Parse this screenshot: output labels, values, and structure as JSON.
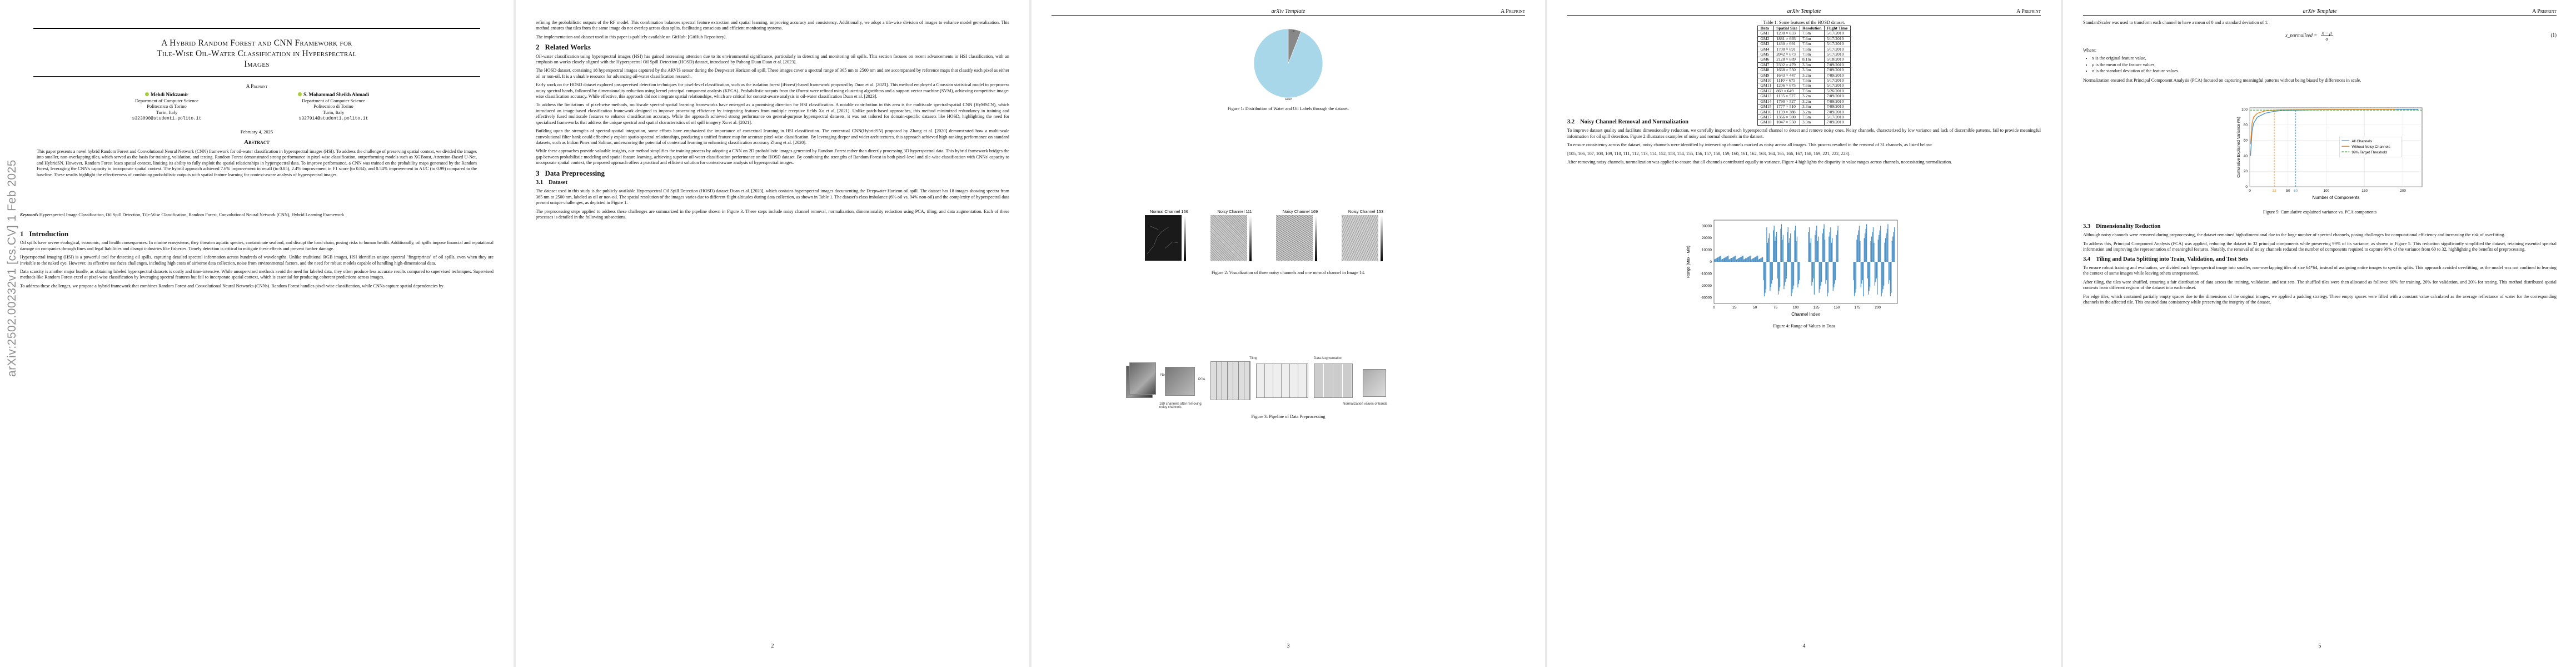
{
  "header": {
    "center": "arXiv Template",
    "right": "A Preprint"
  },
  "arxiv_id": "arXiv:2502.00232v1  [cs.CV]  1 Feb 2025",
  "page_numbers": [
    "2",
    "3",
    "4",
    "5"
  ],
  "page1": {
    "title_line1": "A Hybrid Random Forest and CNN Framework for",
    "title_line2": "Tile-Wise Oil-Water Classification in Hyperspectral",
    "title_line3": "Images",
    "preprint": "A Preprint",
    "authors": [
      {
        "name": "Mehdi Nickzamir",
        "dept": "Department of Computer Science",
        "inst": "Politecnico di Torino",
        "city": "Turin, Italy",
        "email": "s323090@studenti.polito.it"
      },
      {
        "name": "S. Mohammad Sheikh Ahmadi",
        "dept": "Department of Computer Science",
        "inst": "Politecnico di Torino",
        "city": "Turin, Italy",
        "email": "s327914@studenti.polito.it"
      }
    ],
    "date": "February 4, 2025",
    "abstract_heading": "Abstract",
    "abstract": "This paper presents a novel hybrid Random Forest and Convolutional Neural Network (CNN) framework for oil-water classification in hyperspectral images (HSI). To address the challenge of preserving spatial context, we divided the images into smaller, non-overlapping tiles, which served as the basis for training, validation, and testing. Random Forest demonstrated strong performance in pixel-wise classification, outperforming models such as XGBoost, Attention-Based U-Net, and HybridSN. However, Random Forest loses spatial context, limiting its ability to fully exploit the spatial relationships in hyperspectral data. To improve performance, a CNN was trained on the probability maps generated by the Random Forest, leveraging the CNN's capacity to incorporate spatial context. The hybrid approach achieved 7.6% improvement in recall (to 0.85), 2.4% improvement in F1 score (to 0.84), and 0.54% improvement in AUC (to 0.99) compared to the baseline. These results highlight the effectiveness of combining probabilistic outputs with spatial feature learning for context-aware analysis of hyperspectral images.",
    "keywords_label": "Keywords",
    "keywords": "Hyperspectral Image Classification, Oil Spill Detection, Tile-Wise Classification, Random Forest, Convolutional Neural Network (CNN), Hybrid Learning Framework",
    "intro_heading": "Introduction",
    "intro_num": "1",
    "intro_p1": "Oil spills have severe ecological, economic, and health consequences. In marine ecosystems, they threaten aquatic species, contaminate seafood, and disrupt the food chain, posing risks to human health. Additionally, oil spills impose financial and reputational damage on companies through fines and legal liabilities and disrupt industries like fisheries. Timely detection is critical to mitigate these effects and prevent further damage.",
    "intro_p2": "Hyperspectral imaging (HSI) is a powerful tool for detecting oil spills, capturing detailed spectral information across hundreds of wavelengths. Unlike traditional RGB images, HSI identifies unique spectral \"fingerprints\" of oil spills, even when they are invisible to the naked eye. However, its effective use faces challenges, including high costs of airborne data collection, noise from environmental factors, and the need for robust models capable of handling high-dimensional data.",
    "intro_p3": "Data scarcity is another major hurdle, as obtaining labeled hyperspectral datasets is costly and time-intensive. While unsupervised methods avoid the need for labeled data, they often produce less accurate results compared to supervised techniques. Supervised methods like Random Forest excel at pixel-wise classification by leveraging spectral features but fail to incorporate spatial context, which is essential for producing coherent predictions across images.",
    "intro_p4": "To address these challenges, we propose a hybrid framework that combines Random Forest and Convolutional Neural Networks (CNNs). Random Forest handles pixel-wise classification, while CNNs capture spatial dependencies by"
  },
  "page2": {
    "p1": "refining the probabilistic outputs of the RF model. This combination balances spectral feature extraction and spatial learning, improving accuracy and consistency. Additionally, we adopt a tile-wise division of images to enhance model generalization. This method ensures that tiles from the same image do not overlap across data splits, facilitating conscious and efficient monitoring systems.",
    "p2": "The implementation and dataset used in this paper is publicly available on GitHub: [GitHub Repository].",
    "related_num": "2",
    "related_heading": "Related Works",
    "r1": "Oil-water classification using hyperspectral images (HSI) has gained increasing attention due to its environmental significance, particularly in detecting and monitoring oil spills. This section focuses on recent advancements in HSI classification, with an emphasis on works closely aligned with the Hyperspectral Oil Spill Detection (HOSD) dataset, introduced by Puhong Duan Duan et al. [2023].",
    "r2": "The HOSD dataset, containing 18 hyperspectral images captured by the ARVIS sensor during the Deepwater Horizon oil spill. These images cover a spectral range of 365 nm to 2500 nm and are accompanied by reference maps that classify each pixel as either oil or non-oil. It is a valuable resource for advancing oil-water classification research.",
    "r3": "Early work on the HOSD dataset explored unsupervised detection techniques for pixel-level classification, such as the isolation forest (iForest)-based framework proposed by Duan et al. [2023]. This method employed a Gaussian statistical model to preprocess noisy spectral bands, followed by dimensionality reduction using kernel principal component analysis (KPCA). Probabilistic outputs from the iForest were refined using clustering algorithms and a support vector machine (SVM), achieving competitive image-wise classification accuracy. While effective, this approach did not integrate spatial relationships, which are critical for context-aware analysis in oil-water classification Duan et al. [2023].",
    "r4": "To address the limitations of pixel-wise methods, multiscale spectral-spatial learning frameworks have emerged as a promising direction for HSI classification. A notable contribution in this area is the multiscale spectral-spatial CNN (HyMSCN), which introduced an image-based classification framework designed to improve processing efficiency by integrating features from multiple receptive fields Xu et al. [2021]. Unlike patch-based approaches, this method minimized redundancy in training and effectively fused multiscale features to enhance classification accuracy. While the approach achieved strong performance on general-purpose hyperspectral datasets, it was not tailored for domain-specific datasets like HOSD, highlighting the need for specialized frameworks that address the unique spectral and spatial characteristics of oil spill imagery Xu et al. [2021].",
    "r5": "Building upon the strengths of spectral-spatial integration, some efforts have emphasized the importance of contextual learning in HSI classification. The contextual CNN(HybridSN) proposed by Zhang et al. [2020] demonstrated how a multi-scale convolutional filter bank could effectively exploit spatio-spectral relationships, producing a unified feature map for accurate pixel-wise classification. By leveraging deeper and wider architectures, this approach achieved high-ranking performance on standard datasets, such as Indian Pines and Salinas, underscoring the potential of contextual learning in enhancing classification accuracy Zhang et al. [2020].",
    "r6": "While these approaches provide valuable insights, our method simplifies the training process by adopting a CNN on 2D probabilistic images generated by Random Forest rather than directly processing 3D hyperspectral data. This hybrid framework bridges the gap between probabilistic modeling and spatial feature learning, achieving superior oil-water classification performance on the HOSD dataset. By combining the strengths of Random Forest in both pixel-level and tile-wise classification with CNNs' capacity to incorporate spatial context, the proposed approach offers a practical and efficient solution for context-aware analysis of hyperspectral images.",
    "prep_num": "3",
    "prep_heading": "Data Preprocessing",
    "dataset_num": "3.1",
    "dataset_heading": "Dataset",
    "d1": "The dataset used in this study is the publicly available Hyperspectral Oil Spill Detection (HOSD) dataset Duan et al. [2023], which contains hyperspectral images documenting the Deepwater Horizon oil spill. The dataset has 18 images showing spectra from 365 nm to 2500 nm, labeled as oil or non-oil. The spatial resolution of the images varies due to different flight altitudes during data collection, as shown in Table 1. The dataset's class imbalance (6% oil vs. 94% non-oil) and the complexity of hyperspectral data present unique challenges, as depicted in Figure 1.",
    "d2": "The preprocessing steps applied to address these challenges are summarized in the pipeline shown in Figure 3. These steps include noisy channel removal, normalization, dimensionality reduction using PCA, tiling, and data augmentation. Each of these processes is detailed in the following subsections."
  },
  "page3": {
    "fig1_caption": "Figure 1: Distribution of Water and Oil Labels through the dataset.",
    "pie_oil_label": "oil",
    "pie_water_label": "water",
    "pie_data": {
      "water": 94,
      "oil": 6
    },
    "fig2_titles": [
      "Normal Channel 166",
      "Noisy Channel 111",
      "Noisy Channel 169",
      "Noisy Channel 153"
    ],
    "fig2_caption": "Figure 2: Visualization of three noisy channels and one normal channel in Image 14.",
    "fig3_caption": "Figure 3: Pipeline of Data Preprocessing",
    "pipeline_labels": {
      "tiling": "Tiling",
      "aug": "Data Augmentation",
      "noisy": "Noisy channels",
      "pca": "PCA",
      "removed": "189 channels after removing noisy channels",
      "norm": "Normalization values of bands"
    }
  },
  "page4": {
    "table_caption": "Table 1: Some features of the HOSD dataset.",
    "table_headers": [
      "Data",
      "Spatial Size",
      "Resolution",
      "Flight Time"
    ],
    "table_rows": [
      [
        "GM1",
        "1200 × 633",
        "7.6m",
        "5/17/2010"
      ],
      [
        "GM2",
        "1881 × 693",
        "7.6m",
        "5/17/2010"
      ],
      [
        "GM3",
        "1430 × 691",
        "7.6m",
        "5/17/2010"
      ],
      [
        "GM4",
        "1700 × 691",
        "7.6m",
        "5/17/2010"
      ],
      [
        "GM5",
        "2042 × 673",
        "7.6m",
        "5/17/2010"
      ],
      [
        "GM6",
        "2128 × 689",
        "8.1m",
        "5/18/2010"
      ],
      [
        "GM7",
        "2302 × 479",
        "3.3m",
        "7/09/2010"
      ],
      [
        "GM8",
        "1668 × 550",
        "3.3m",
        "7/09/2010"
      ],
      [
        "GM9",
        "1643 × 447",
        "3.2m",
        "7/09/2010"
      ],
      [
        "GM10",
        "1110 × 675",
        "7.6m",
        "5/17/2010"
      ],
      [
        "GM11",
        "1206 × 675",
        "7.6m",
        "5/17/2010"
      ],
      [
        "GM12",
        "869 × 649",
        "7.6m",
        "5/26/2010"
      ],
      [
        "GM13",
        "1135 × 527",
        "3.2m",
        "7/09/2010"
      ],
      [
        "GM14",
        "1790 × 527",
        "3.2m",
        "7/09/2010"
      ],
      [
        "GM15",
        "1777 × 510",
        "3.3m",
        "7/09/2010"
      ],
      [
        "GM16",
        "1159 × 388",
        "3.2m",
        "7/09/2010"
      ],
      [
        "GM17",
        "1366 × 500",
        "7.6m",
        "5/17/2010"
      ],
      [
        "GM18",
        "1047 × 550",
        "3.3m",
        "7/09/2010"
      ]
    ],
    "sec_num": "3.2",
    "sec_heading": "Noisy Channel Removal and Normalization",
    "n1": "To improve dataset quality and facilitate dimensionality reduction, we carefully inspected each hyperspectral channel to detect and remove noisy ones. Noisy channels, characterized by low variance and lack of discernible patterns, fail to provide meaningful information for oil spill detection. Figure 2 illustrates examples of noisy and normal channels in the dataset.",
    "n2": "To ensure consistency across the dataset, noisy channels were identified by intersecting channels marked as noisy across all images. This process resulted in the removal of 31 channels, as listed below:",
    "n3": "[105, 106, 107, 108, 109, 110, 111, 112, 113, 114, 152, 153, 154, 155, 156, 157, 158, 159, 160, 161, 162, 163, 164, 165, 166, 167, 168, 169, 221, 222, 223].",
    "n4": "After removing noisy channels, normalization was applied to ensure that all channels contributed equally to variance. Figure 4 highlights the disparity in value ranges across channels, necessitating normalization.",
    "fig4_caption": "Figure 4: Range of Values in Data",
    "fig4_chart": {
      "type": "bar",
      "ylabel": "Range (Max - Min)",
      "xlabel": "Channel Index",
      "ylim": [
        -35000,
        35000
      ],
      "xlim": [
        0,
        224
      ],
      "yticks": [
        30000,
        20000,
        10000,
        0,
        -10000,
        -20000,
        -30000
      ],
      "xticks": [
        0,
        25,
        50,
        75,
        100,
        125,
        150,
        175,
        200
      ]
    }
  },
  "page5": {
    "p0": "StandardScaler was used to transform each channel to have a mean of 0 and a standard deviation of 1:",
    "eq_lhs": "x_normalized =",
    "eq_num": "(1)",
    "where": "Where:",
    "vars": [
      "x is the original feature value,",
      "μ is the mean of the feature values,",
      "σ is the standard deviation of the feature values."
    ],
    "p1": "Normalization ensured that Principal Component Analysis (PCA) focused on capturing meaningful patterns without being biased by differences in scale.",
    "fig5_caption": "Figure 5: Cumulative explained variance vs. PCA components",
    "legend": [
      "All Channels",
      "Without Noisy Channels",
      "99% Target Threshold"
    ],
    "ylabel": "Cumulative Explained Variance (%)",
    "xlabel": "Number of Components",
    "dim_num": "3.3",
    "dim_heading": "Dimensionality Reduction",
    "d1": "Although noisy channels were removed during preprocessing, the dataset remained high-dimensional due to the large number of spectral channels, posing challenges for computational efficiency and increasing the risk of overfitting.",
    "d2": "To address this, Principal Component Analysis (PCA) was applied, reducing the dataset to 32 principal components while preserving 99% of its variance, as shown in Figure 5. This reduction significantly simplified the dataset, retaining essential spectral information and improving the representation of meaningful features. Notably, the removal of noisy channels reduced the number of components required to capture 99% of the variance from 60 to 32, highlighting the benefits of preprocessing.",
    "tile_num": "3.4",
    "tile_heading": "Tiling and Data Splitting into Train, Validation, and Test Sets",
    "t1": "To ensure robust training and evaluation, we divided each hyperspectral image into smaller, non-overlapping tiles of size 64*64, instead of assigning entire images to specific splits. This approach avoided overfitting, as the model was not confined to learning the context of some images while leaving others unrepresented.",
    "t2": "After tiling, the tiles were shuffled, ensuring a fair distribution of data across the training, validation, and test sets. The shuffled tiles were then allocated as follows: 60% for training, 20% for validation, and 20% for testing. This method distributed spatial contexts from different regions of the dataset into each subset.",
    "t3": "For edge tiles, which contained partially empty spaces due to the dimensions of the original images, we applied a padding strategy. These empty spaces were filled with a constant value calculated as the average reflectance of water for the corresponding channels in the affected tile. This ensured data consistency while preserving the integrity of the dataset.",
    "chart_data": {
      "type": "line",
      "xlabel": "Number of Components",
      "ylabel": "Cumulative Explained Variance (%)",
      "xlim": [
        0,
        225
      ],
      "ylim": [
        0,
        102
      ],
      "xticks": [
        0,
        32,
        50,
        60,
        100,
        150,
        200
      ],
      "yticks": [
        0,
        20,
        40,
        60,
        80,
        100
      ],
      "series": [
        {
          "name": "All Channels",
          "color": "#4a90c8",
          "x": [
            1,
            3,
            5,
            10,
            20,
            32,
            40,
            60,
            100,
            150,
            220
          ],
          "y": [
            40,
            72,
            82,
            90,
            95,
            97.5,
            98.3,
            99,
            99.6,
            99.9,
            100
          ]
        },
        {
          "name": "Without Noisy Channels",
          "color": "#f08a24",
          "x": [
            1,
            3,
            5,
            10,
            20,
            32,
            40,
            60,
            100,
            150,
            190
          ],
          "y": [
            55,
            82,
            90,
            95,
            98,
            99,
            99.4,
            99.7,
            99.9,
            100,
            100
          ]
        },
        {
          "name": "99% Target Threshold",
          "color": "#2ca02c",
          "x": [
            0,
            225
          ],
          "y": [
            99,
            99
          ]
        }
      ]
    }
  }
}
